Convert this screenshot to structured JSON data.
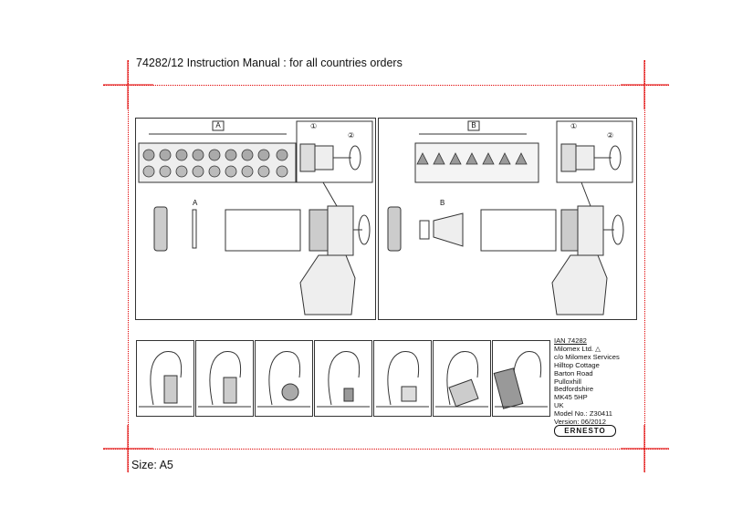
{
  "header": {
    "title": "74282/12  Instruction Manual : for all countries orders"
  },
  "footer": {
    "size": "Size: A5"
  },
  "panels": {
    "left_label": "A",
    "right_label": "B",
    "callout_a": "A",
    "callout_b": "B",
    "step1": "①",
    "step2": "②"
  },
  "info": {
    "lines": [
      "IAN 74282",
      "Milomex Ltd.",
      "c/o Milomex Services",
      "Hilltop Cottage",
      "Barton Road",
      "Pulloxhill",
      "Bedfordshire",
      "MK45 5HP",
      "UK",
      "Model No.: Z30411",
      "Version: 06/2012"
    ],
    "brand": "ERNESTO"
  },
  "colors": {
    "crop_marks": "#e00000",
    "line_art": "#333333"
  },
  "icons": [
    "recycling-triangle-icon",
    "disc-icon",
    "nozzle-icon",
    "arrow-icon",
    "rotate-icon"
  ]
}
